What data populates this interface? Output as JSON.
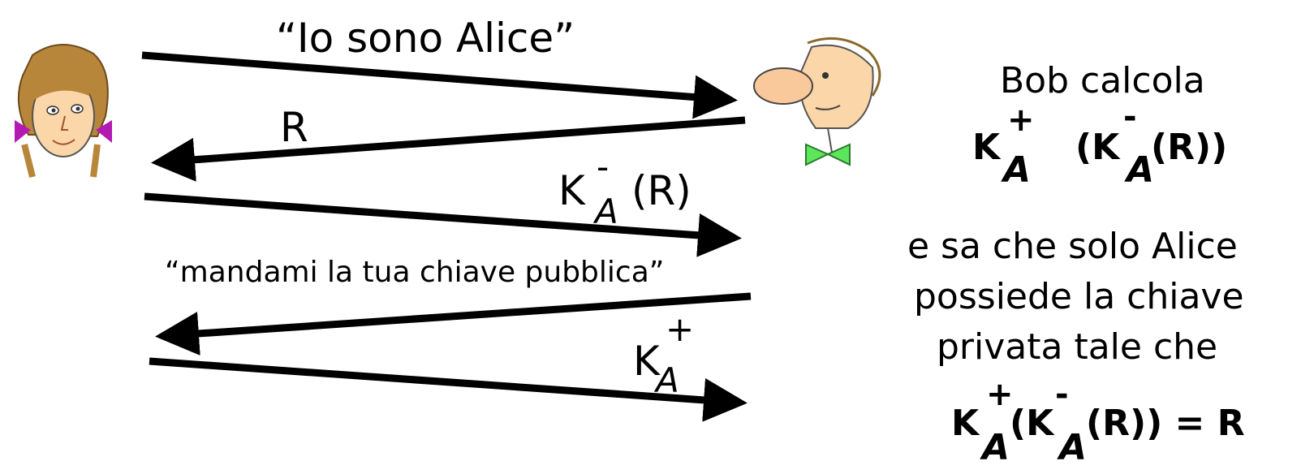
{
  "messages": [
    {
      "text": "“Io sono Alice”"
    },
    {
      "text": "R"
    },
    {
      "k": "K",
      "sup": "-",
      "sub": "A",
      "rest": "(R)"
    },
    {
      "text": "“mandami la tua chiave pubblica”"
    },
    {
      "k": "K",
      "sup": "+",
      "sub": "A"
    }
  ],
  "bob_note": {
    "line1": "Bob calcola",
    "formula1": {
      "k1": "K",
      "sup1": "+",
      "sub1": "A",
      "mid": "(K",
      "sup2": "-",
      "sub2": "A",
      "tail": "(R))"
    },
    "line2": "e sa che solo Alice",
    "line3": "possiede la chiave",
    "line4": "privata tale che",
    "formula2": {
      "k1": "K",
      "sup1": "+",
      "sub1": "A",
      "mid": "(K",
      "sup2": "-",
      "sub2": "A",
      "tail": "(R)) = R"
    }
  }
}
